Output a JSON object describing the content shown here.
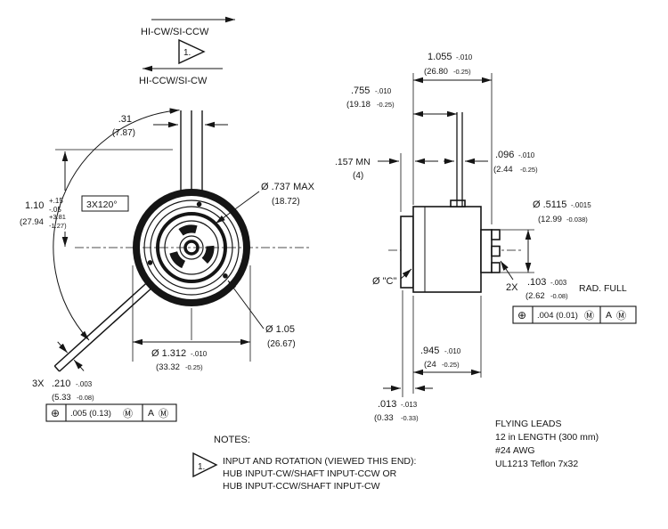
{
  "drawing": {
    "rotation": {
      "cw": "HI-CW/SI-CCW",
      "ccw": "HI-CCW/SI-CW",
      "flag": "1."
    },
    "front": {
      "lead_spacing_in": ".31",
      "lead_spacing_mm": "(7.87)",
      "height_in": "1.10",
      "height_plus": "+.15",
      "height_minus": "-.05",
      "height_mm": "(27.94",
      "height_mm_plus": "+3.81",
      "height_mm_minus": "-1.27)",
      "angle": "3X120°",
      "hub_dia_in": "Ø .737 MAX",
      "hub_dia_mm": "(18.72)",
      "cup_dia_in": "Ø 1.05",
      "cup_dia_mm": "(26.67)",
      "body_dia_in": "Ø 1.312",
      "body_dia_tol": "-.010",
      "body_dia_mm": "(33.32",
      "body_dia_mm_tol": "-0.25)",
      "shaft_qty": "3X",
      "shaft_dia_in": ".210",
      "shaft_dia_tol": "-.003",
      "shaft_dia_mm": "(5.33",
      "shaft_dia_mm_tol": "-0.08)",
      "fcf": {
        "sym": "⊕",
        "val": ".005 (0.13)",
        "m1": "Ⓜ",
        "datum": "A",
        "m2": "Ⓜ"
      }
    },
    "side": {
      "overall_in": "1.055",
      "overall_tol": "-.010",
      "overall_mm": "(26.80",
      "overall_mm_tol": "-0.25)",
      "lead_pos_in": ".755",
      "lead_pos_tol": "-.010",
      "lead_pos_mm": "(19.18",
      "lead_pos_mm_tol": "-0.25)",
      "flange_in": ".157 MN",
      "flange_mm": "(4)",
      "lead_off_in": ".096",
      "lead_off_tol": "-.010",
      "lead_off_mm": "(2.44",
      "lead_off_mm_tol": "-0.25)",
      "hub_dia_in": "Ø .5115",
      "hub_dia_tol": "-.0015",
      "hub_dia_mm": "(12.99",
      "hub_dia_mm_tol": "-0.038)",
      "pilot": "Ø \"C\"",
      "groove_qty": "2X",
      "groove_in": ".103",
      "groove_tol": "-.003",
      "groove_mm": "(2.62",
      "groove_mm_tol": "-0.08)",
      "groove_suffix": "RAD. FULL",
      "fcf": {
        "sym": "⊕",
        "val": ".004 (0.01)",
        "m1": "Ⓜ",
        "datum": "A",
        "m2": "Ⓜ"
      },
      "depth_in": ".945",
      "depth_tol": "-.010",
      "depth_mm": "(24",
      "depth_mm_tol": "-0.25)",
      "offset_in": ".013",
      "offset_tol": "-.013",
      "offset_mm": "(0.33",
      "offset_mm_tol": "-0.33)"
    },
    "leads": [
      "FLYING LEADS",
      "12 in LENGTH (300 mm)",
      "#24 AWG",
      "UL1213 Teflon 7x32"
    ],
    "notes": {
      "title": "NOTES:",
      "flag": "1.",
      "l1": "INPUT AND ROTATION (VIEWED THIS END):",
      "l2": "HUB INPUT-CW/SHAFT INPUT-CCW OR",
      "l3": "HUB INPUT-CCW/SHAFT INPUT-CW"
    }
  },
  "colors": {
    "ink": "#151515",
    "background": "#ffffff"
  }
}
